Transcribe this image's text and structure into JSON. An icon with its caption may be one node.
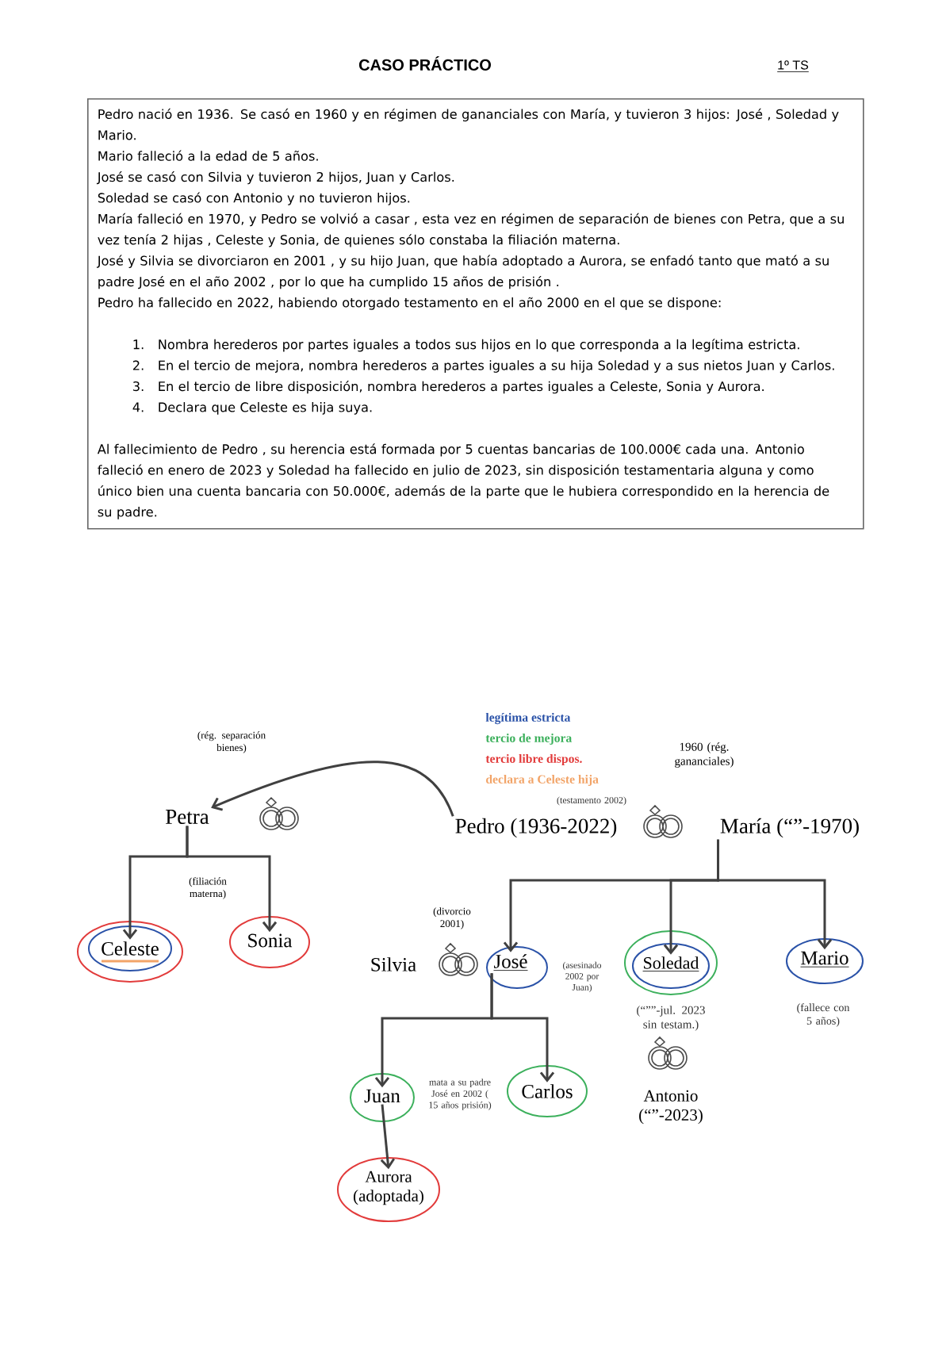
{
  "diagram": {
    "title": "CASO PRÁCTICO",
    "nodes": [
      {
        "text": [
          "Pedro nació en 1936. Se casó en 1960 y en régimen de gananciales con María, y tuvieron 3 hijos: José , Soledad y Mario.",
          "Mario falleció a la edad de 5 años.",
          "José se casó con Silvia y tuvieron 2 hijos, Juan y Carlos.",
          "Soledad se casó con Antonio y no tuvieron hijos.",
          "María falleció en 1970, y Pedro se volvió a casar , esta vez en régimen de separación de bienes con Petra, que a su vez tenía 2 hijas , Celeste y Sonia, de quienes sólo constaba la filiación materna.",
          "José y Silvia se divorciaron en 2001 , y su hijo Juan, que había adoptado a Aurora, se enfadó tanto que mató a su padre José en el año 2002 , por lo que ha cumplido 15 años de prisión .",
          "Pedro ha fallecido en 2022, habiendo otorgado testamento en el año 2000 en el que se dispone:",
          "1.",
          "Nombra herederos por partes iguales a todos sus hijos en lo que corresponda a la legítima estricta.",
          "2.",
          "En el tercio de mejora, nombra herederos a partes iguales a su hija Soledad y a sus nietos Juan y Carlos.",
          "3.",
          "En el tercio de libre disposición, nombra herederos a partes iguales a Celeste, Sonia y Aurora.",
          "4.",
          "Declara que Celeste es hija suya.",
          "Al fallecimiento de Pedro , su herencia está formada por 5 cuentas bancarias de 100.000€ cada una. Antonio falleció en enero de 2023 y Soledad ha fallecido en julio de 2023, sin disposición testamentaria alguna y como único bien una cuenta bancaria con 50.000€, además de la parte que le hubiera correspondido en la herencia de su padre."
        ]
      },
      {
        "text": [
          "Pedro (1936-2022)"
        ],
        "beside": [
          "(testamento 2002)"
        ]
      },
      {
        "text": [
          "María (“”-1970)"
        ]
      },
      {
        "text": [
          "Petra"
        ]
      },
      {
        "text": [
          "Celeste"
        ]
      },
      {
        "text": [
          "Sonia"
        ]
      },
      {
        "text": [
          "Silvia"
        ]
      },
      {
        "text": [
          "José"
        ],
        "beside": [
          "(asesinado 2002 por Juan)"
        ]
      },
      {
        "text": [
          "Soledad"
        ],
        "beside": [
          "(“””-jul. 2023 sin testam.)"
        ]
      },
      {
        "text": [
          "Mario"
        ],
        "beside": [
          "(fallece con 5 años)"
        ]
      },
      {
        "text": [
          "Juan"
        ],
        "beside": [
          "mata a su padre José en 2002 ( 15 años prisión)"
        ]
      },
      {
        "text": [
          "Carlos"
        ]
      },
      {
        "text": [
          "Aurora (adoptada)"
        ]
      },
      {
        "text": [
          "Antonio (“”-2023)"
        ]
      }
    ],
    "edges": [
      {
        "from": 1,
        "to": 3,
        "arrow": "to"
      },
      {
        "from": 3,
        "to": 4,
        "arrow": "to",
        "label": "(filiación materna)"
      },
      {
        "from": 3,
        "to": 5,
        "arrow": "to"
      },
      {
        "from": 2,
        "to": 7,
        "arrow": "to"
      },
      {
        "from": 2,
        "to": 8,
        "arrow": "to"
      },
      {
        "from": 2,
        "to": 9,
        "arrow": "to"
      },
      {
        "from": 7,
        "to": 10,
        "arrow": "to"
      },
      {
        "from": 7,
        "to": 11,
        "arrow": "to"
      },
      {
        "from": 10,
        "to": 12,
        "arrow": "to"
      }
    ],
    "labels": [
      "1º TS",
      "(rég. separación bienes)",
      "1960 (rég. gananciales)",
      "(divorcio 2001)"
    ],
    "legend": [
      {
        "text": "legítima estricta",
        "color": "#2a52a8"
      },
      {
        "text": "tercio de mejora",
        "color": "#3cb05c"
      },
      {
        "text": "tercio libre dispos.",
        "color": "#e23b3b"
      },
      {
        "text": "declara a Celeste hija",
        "color": "#f2a468"
      }
    ]
  }
}
